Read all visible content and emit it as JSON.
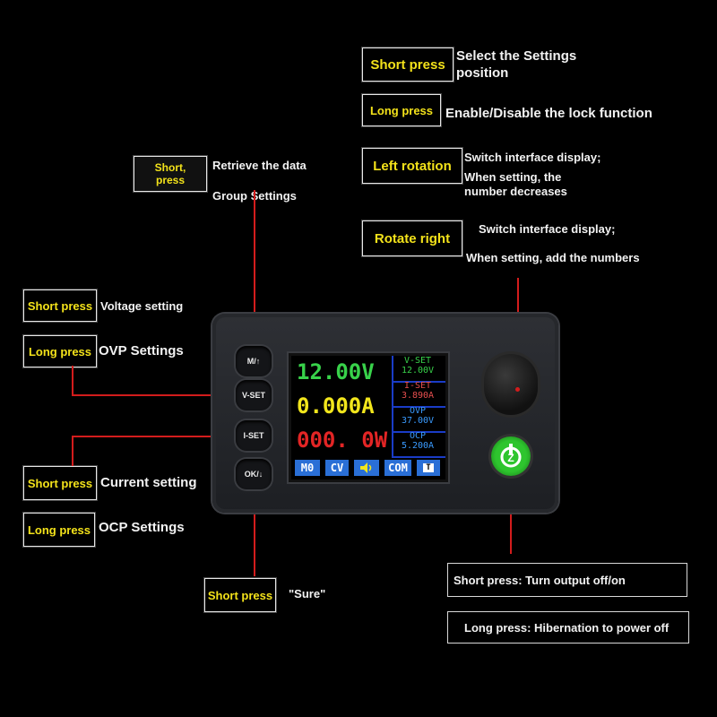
{
  "callouts": {
    "short_press_select": "Short press",
    "select_desc_1": "Select the Settings",
    "select_desc_2": "position",
    "long_press_lock": "Long press",
    "lock_desc": "Enable/Disable the lock function",
    "left_rotation": "Left rotation",
    "left_desc_1": "Switch interface display;",
    "left_desc_2": "When setting, the",
    "left_desc_3": "number decreases",
    "rotate_right": "Rotate right",
    "right_desc_1": "Switch interface display;",
    "right_desc_2": "When setting, add the numbers",
    "mt_short_1": "Short,",
    "mt_short_2": "press",
    "mt_desc_1": "Retrieve the data",
    "mt_desc_2": "Group Settings",
    "vset_short": "Short press",
    "vset_short_desc": "Voltage setting",
    "vset_long": "Long press",
    "vset_long_desc": "OVP Settings",
    "iset_short": "Short press",
    "iset_short_desc": "Current setting",
    "iset_long": "Long press",
    "iset_long_desc": "OCP Settings",
    "ok_short": "Short press",
    "ok_desc": "\"Sure\"",
    "power_short": "Short press: Turn output off/on",
    "power_long": "Long press: Hibernation to power off"
  },
  "device": {
    "buttons": [
      "M/↑",
      "V-SET",
      "I-SET",
      "OK/↓"
    ],
    "display": {
      "voltage": "12.00V",
      "current": "0.000A",
      "power": "000. 0W",
      "vset_label": "V-SET",
      "vset_value": "12.00V",
      "iset_label": "I-SET",
      "iset_value": "3.890A",
      "ovp_label": "OVP",
      "ovp_value": "37.00V",
      "ocp_label": "OCP",
      "ocp_value": "5.200A",
      "status_mode": "M0",
      "status_cv": "CV",
      "status_com": "COM",
      "status_lock": "T"
    },
    "colors": {
      "voltage": "#38d24a",
      "current": "#f2e61c",
      "power": "#e32525",
      "side_vset": "#38d24a",
      "side_iset": "#e84f4f",
      "side_prot": "#3a9bff",
      "power_button": "#2ec52e",
      "callout_text": "#f3e21a",
      "leader_line": "#d31c1c"
    }
  }
}
